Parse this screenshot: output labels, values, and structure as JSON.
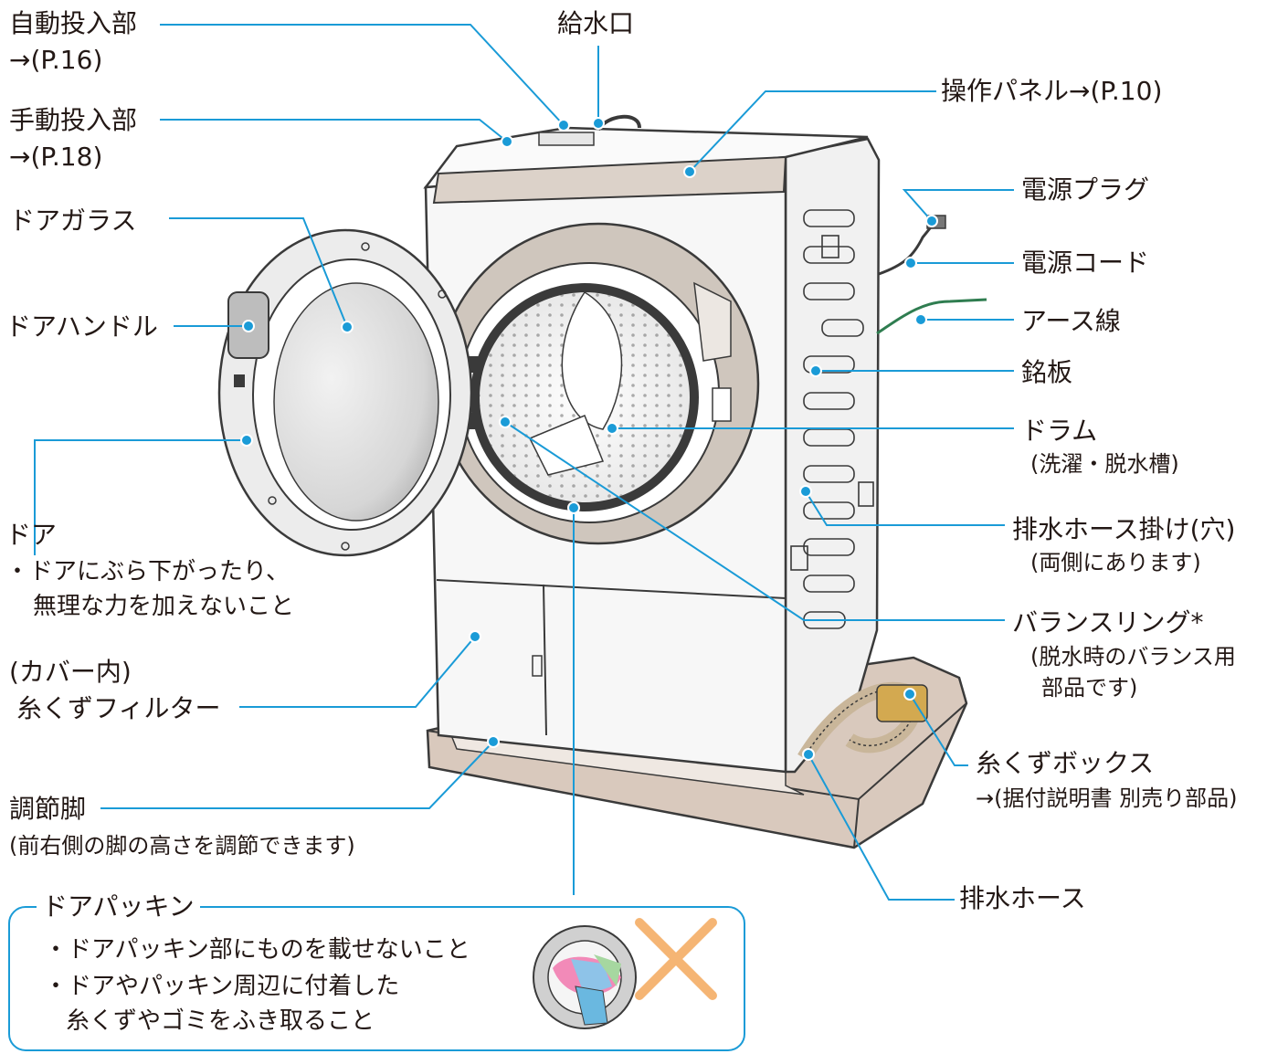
{
  "colors": {
    "leader_line": "#1a9bd7",
    "dot": "#1a9bd7",
    "text": "#231815",
    "base": "#d9c9bd",
    "drum_ring": "#cfc6bd",
    "cross": "#f5b574"
  },
  "labels": {
    "auto_dispenser": "自動投入部",
    "auto_dispenser_ref": "→(P.16)",
    "water_inlet": "給水口",
    "control_panel": "操作パネル→(P.10)",
    "manual_dispenser": "手動投入部",
    "manual_dispenser_ref": "→(P.18)",
    "power_plug": "電源プラグ",
    "door_glass": "ドアガラス",
    "power_cord": "電源コード",
    "ground_wire": "アース線",
    "door_handle": "ドアハンドル",
    "nameplate": "銘板",
    "drum": "ドラム",
    "drum_sub": "(洗濯・脱水槽)",
    "door": "ドア",
    "door_note1": "・ドアにぶら下がったり、",
    "door_note2": "無理な力を加えないこと",
    "hose_hook": "排水ホース掛け(穴)",
    "hose_hook_sub": "(両側にあります)",
    "balance_ring": "バランスリング*",
    "balance_ring_sub1": "(脱水時のバランス用",
    "balance_ring_sub2": "部品です)",
    "filter_sub": "(カバー内)",
    "filter": "糸くずフィルター",
    "lint_box": "糸くずボックス",
    "lint_box_ref": "→(据付説明書 別売り部品)",
    "leg": "調節脚",
    "leg_sub": "(前右側の脚の高さを調節できます)",
    "drain_hose": "排水ホース"
  },
  "packing_box": {
    "title": "ドアパッキン",
    "note1": "・ドアパッキン部にものを載せないこと",
    "note2": "・ドアやパッキン周辺に付着した",
    "note3": "糸くずやゴミをふき取ること"
  }
}
